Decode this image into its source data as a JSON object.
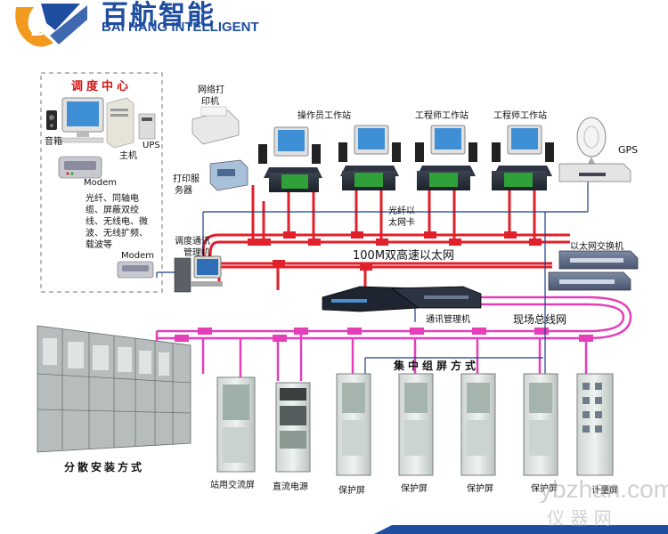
{
  "brand": {
    "cn": "百航智能",
    "en": "BAI HANG INTELLIGENT"
  },
  "dispatch_center": {
    "title": "调度中心",
    "speaker": "音箱",
    "host": "主机",
    "ups": "UPS",
    "modem_top": "Modem",
    "link_text": [
      "光纤、同轴电",
      "缆、屏蔽双绞",
      "线、无线电、微",
      "波、无线扩频、",
      "载波等"
    ],
    "modem_bottom": "Modem"
  },
  "labels": {
    "network_printer": [
      "网络打",
      "印机"
    ],
    "print_server": [
      "打印服",
      "务器"
    ],
    "operator_ws": "操作员工作站",
    "engineer_ws_1": "工程师工作站",
    "engineer_ws_2": "工程师工作站",
    "gps": "GPS",
    "dispatch_comm": [
      "调度通讯",
      "管理机"
    ],
    "fiber_card": [
      "光纤以",
      "太网卡"
    ],
    "ethernet": "100M双高速以太网",
    "switch": "以太网交换机",
    "comm_manager": "通讯管理机",
    "fieldbus": "现场总线网",
    "centralized": "集中组屏方式",
    "distributed": "分散安装方式",
    "ac_panel": "站用交流屏",
    "dc_power": "直流电源",
    "protect_1": "保护屏",
    "protect_2": "保护屏",
    "protect_3": "保护屏",
    "protect_4": "保护屏",
    "meter_panel": "计量屏"
  },
  "watermark": {
    "latin": "ybzhan.com",
    "cn": "仪 器 网"
  },
  "colors": {
    "ethernet": "#e0202a",
    "fieldbus": "#e43fb8",
    "signal": "#1c3d8a",
    "brand": "#1f4ea0",
    "brand_orange": "#f29a1e"
  }
}
